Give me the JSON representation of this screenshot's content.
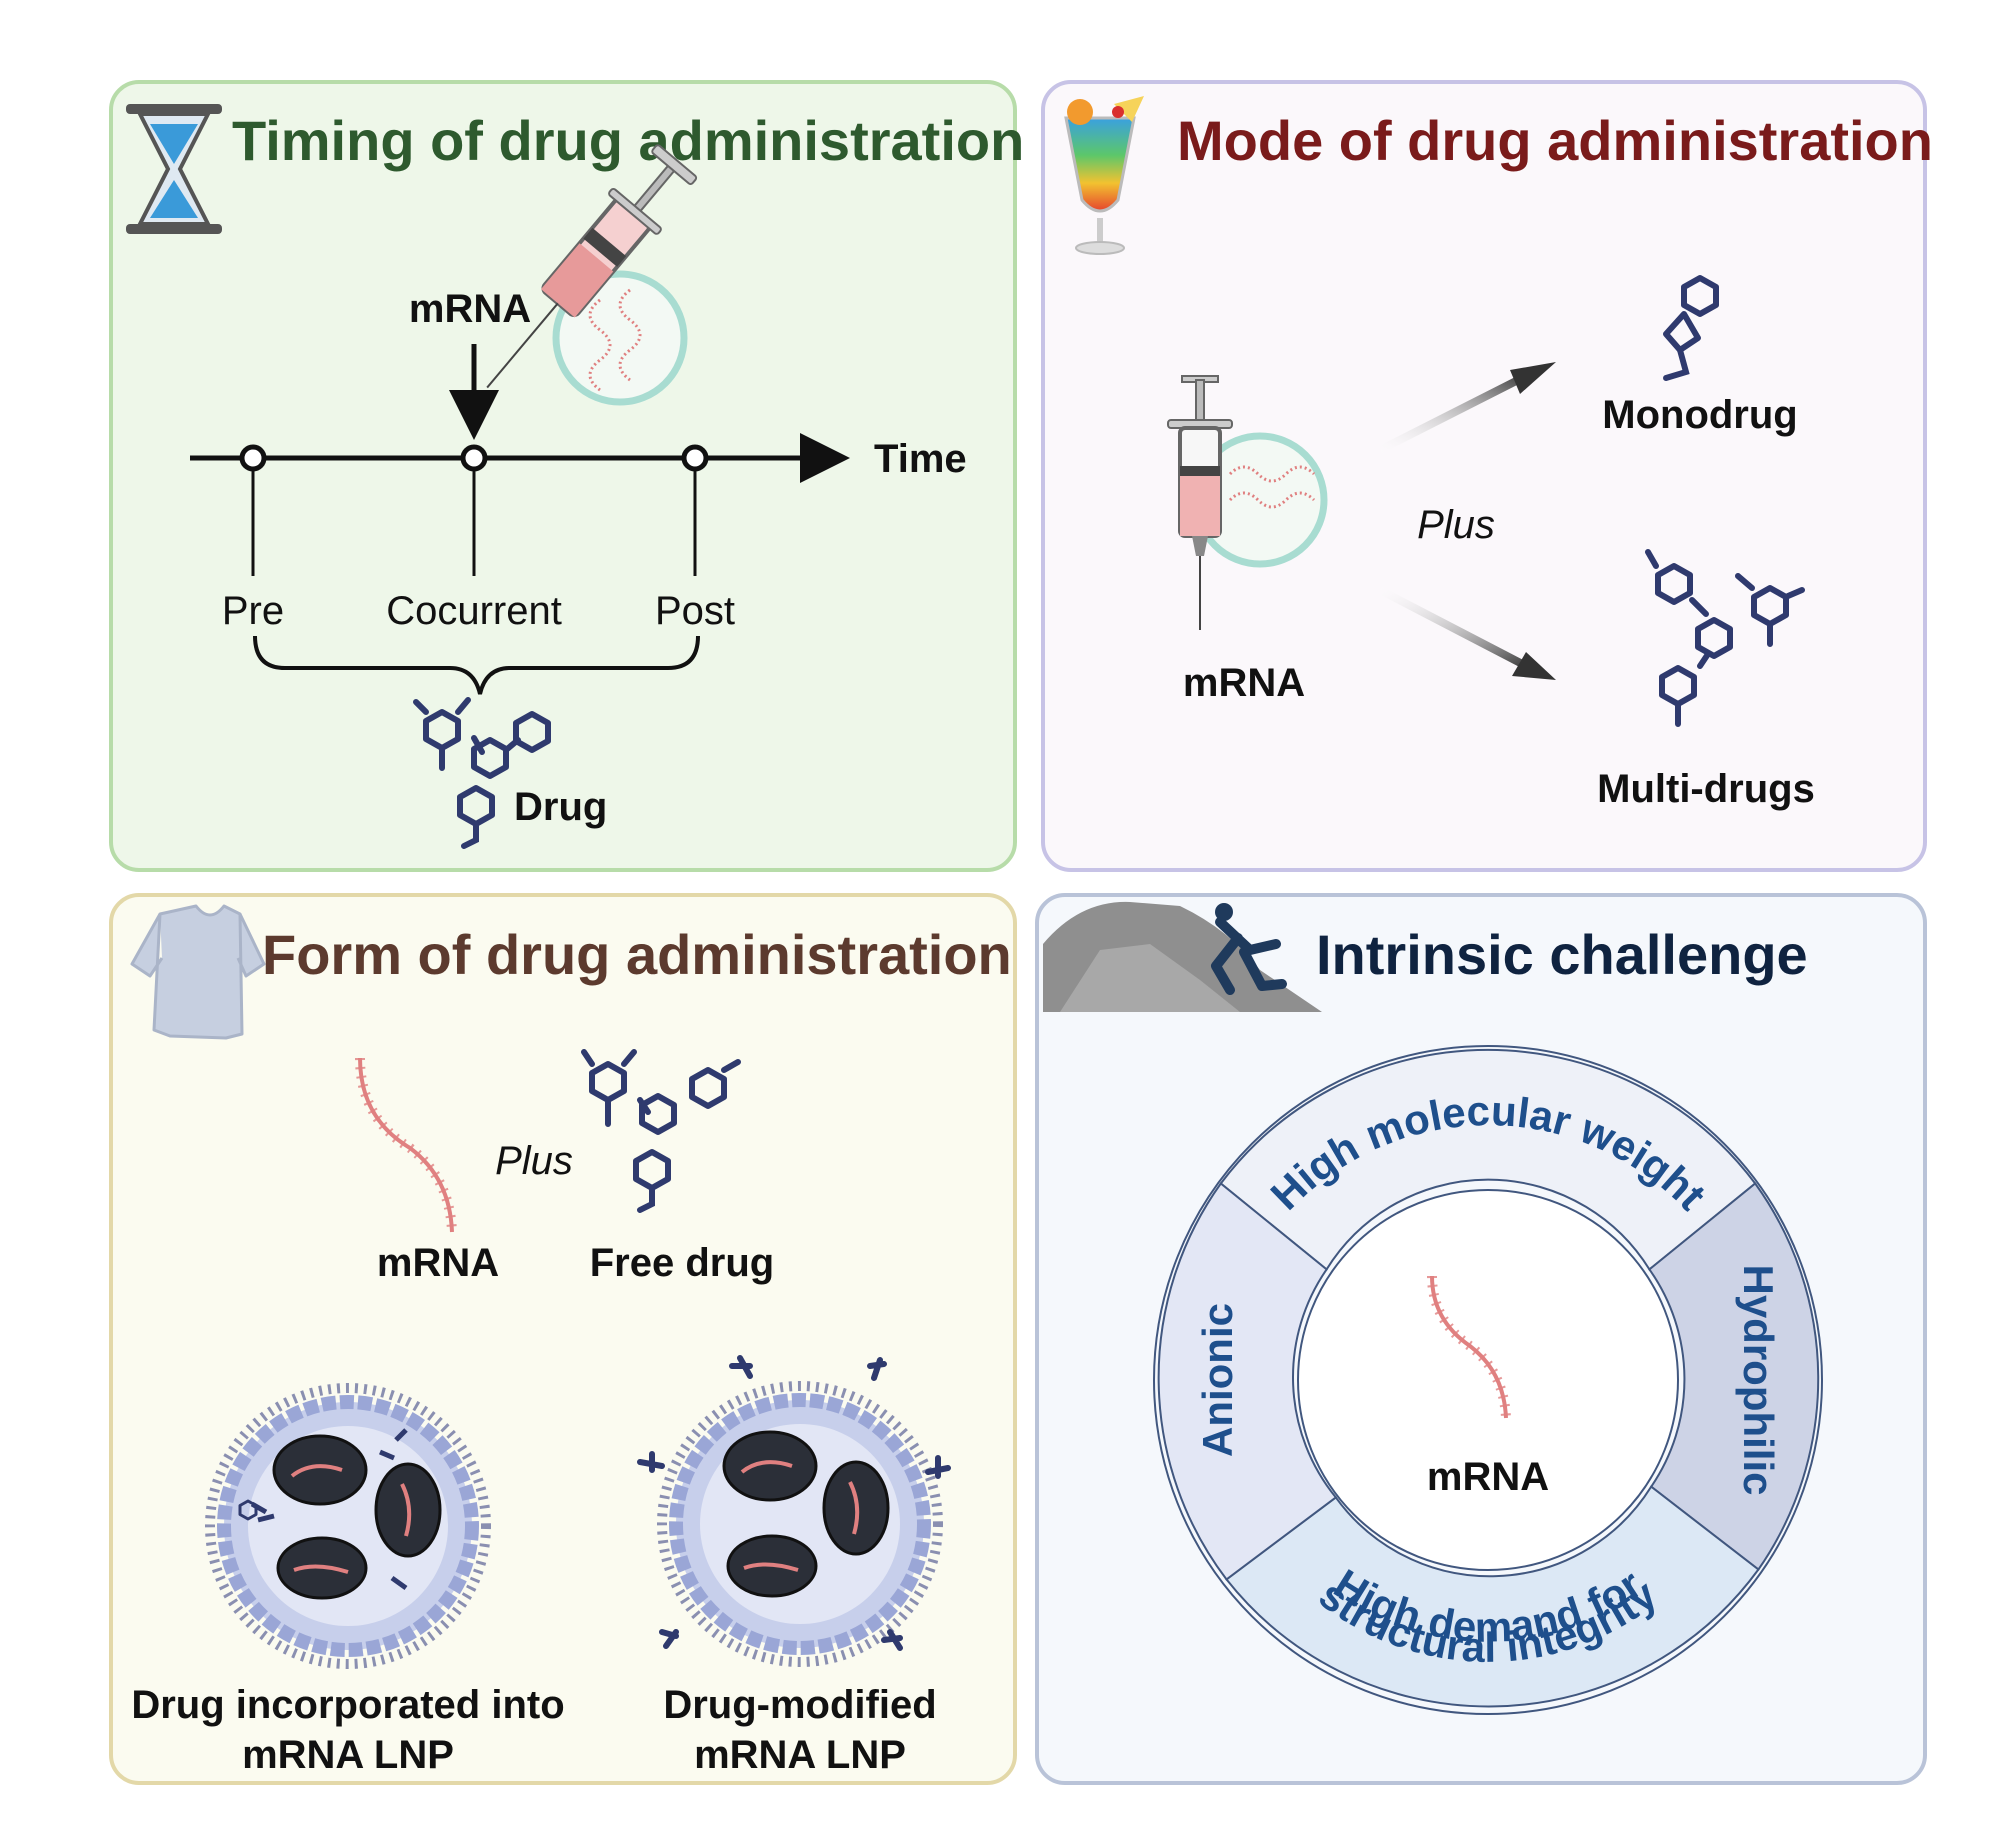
{
  "panels": {
    "timing": {
      "title": "Timing of drug administration",
      "mrna_label": "mRNA",
      "time_label": "Time",
      "phases": [
        "Pre",
        "Cocurrent",
        "Post"
      ],
      "drug_label": "Drug"
    },
    "mode": {
      "title": "Mode of drug administration",
      "mrna_label": "mRNA",
      "plus_label": "Plus",
      "monodrug_label": "Monodrug",
      "multidrug_label": "Multi-drugs"
    },
    "form": {
      "title": "Form of drug administration",
      "mrna_label": "mRNA",
      "plus_label": "Plus",
      "free_drug_label": "Free drug",
      "lnp_incorporated_line1": "Drug incorporated into",
      "lnp_incorporated_line2": "mRNA LNP",
      "lnp_modified_line1": "Drug-modified",
      "lnp_modified_line2": "mRNA LNP"
    },
    "challenge": {
      "title": "Intrinsic challenge",
      "center_label": "mRNA",
      "segments": {
        "top": "High molecular weight",
        "right": "Hydrophilic",
        "bottom_line1": "High demand for",
        "bottom_line2": "structural integrity",
        "left": "Anionic"
      }
    }
  },
  "colors": {
    "timing_title": "#2e5a2e",
    "mode_title": "#7a1b1b",
    "form_title": "#5c3a2e",
    "challenge_title": "#0f2340",
    "drug_molecule": "#2f3a6e",
    "mrna_strand": "#e08080",
    "ring_text": "#1e4f8c"
  },
  "icons": [
    "hourglass-icon",
    "syringe-icon",
    "cocktail-icon",
    "tshirt-icon",
    "rock-climber-icon",
    "molecule-icon",
    "lnp-icon"
  ]
}
